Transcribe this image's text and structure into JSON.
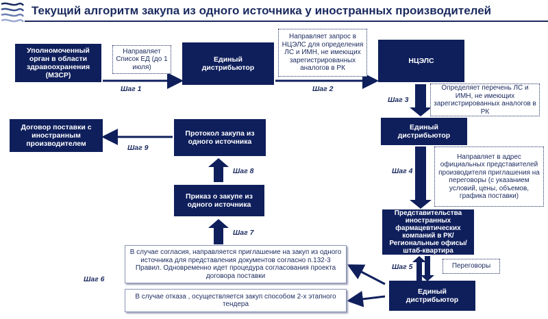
{
  "title": "Текущий алгоритм закупа из одного источника у  иностранных производителей",
  "colors": {
    "primary": "#0f1f5c",
    "title": "#1a2a5e"
  },
  "logo": {
    "icon": "wave-logo-icon"
  },
  "nodes": {
    "upolnomochenny": "Уполномоченный орган в области здравоохранения\n(МЗСР)",
    "distributor1": "Единый\nдистрибьютор",
    "ncels": "НЦЭЛС",
    "distributor2": "Единый\nдистрибьютор",
    "representatives": "Представительства иностранных фармацевтических компаний в РК/ Региональные офисы/штаб-квартира",
    "distributor3": "Единый\nдистрибьютор",
    "order": "Приказ о закупе из одного источника",
    "protocol": "Протокол закупа из одного источника",
    "contract": "Договор поставки с иностранным производителем"
  },
  "notes": {
    "list": "Направляет Список ЕД (до 1 июля)",
    "request": "Направляет запрос в НЦЭЛС для определения ЛС и ИМН, не имеющих зарегистрированных аналогов в РК",
    "determines": "Определяет перечень ЛС и ИМН, не имеющих зарегистрированных аналогов в РК",
    "invitations": "Направляет в адрес официальных представителей производителя приглашения на переговоры (с указанием условий, цены, объемов, графика поставки)",
    "negotiations": "Переговоры"
  },
  "outcomes": {
    "agree": "В случае согласия, направляется приглашение на закуп из одного источника  для представления документов согласно п.132-3 Правил. Одновременно идет процедура согласования проекта договора поставки",
    "refuse": "В случае отказа , осуществляется  закуп способом 2-х этапного тендера"
  },
  "steps": {
    "s1": "Шаг 1",
    "s2": "Шаг 2",
    "s3": "Шаг 3",
    "s4": "Шаг 4",
    "s5": "Шаг 5",
    "s6": "Шаг 6",
    "s7": "Шаг 7",
    "s8": "Шаг 8",
    "s9": "Шаг 9"
  }
}
